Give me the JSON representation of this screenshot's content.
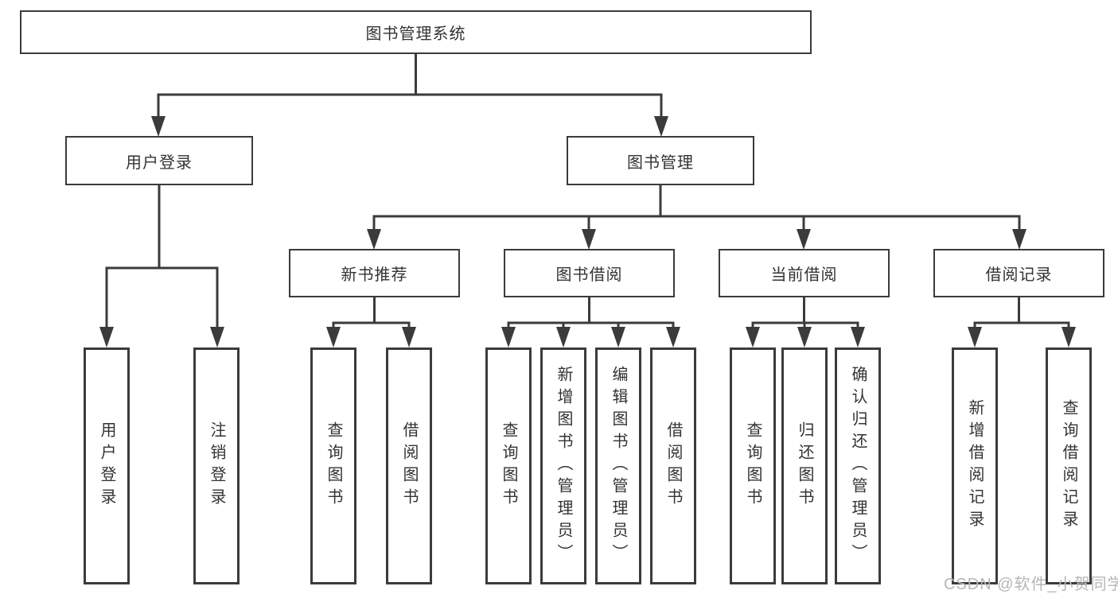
{
  "diagram": {
    "root_label": "图书管理系统",
    "level2": [
      {
        "label": "用户登录"
      },
      {
        "label": "图书管理"
      }
    ],
    "level3": [
      {
        "label": "新书推荐"
      },
      {
        "label": "图书借阅"
      },
      {
        "label": "当前借阅"
      },
      {
        "label": "借阅记录"
      }
    ],
    "leaf_groups": [
      {
        "parent": "用户登录",
        "leaves": [
          {
            "label": "用户登录"
          },
          {
            "label": "注销登录"
          }
        ]
      },
      {
        "parent": "新书推荐",
        "leaves": [
          {
            "label": "查询图书"
          },
          {
            "label": "借阅图书"
          }
        ]
      },
      {
        "parent": "图书借阅",
        "leaves": [
          {
            "label": "查询图书"
          },
          {
            "label": "新增图书（管理员）"
          },
          {
            "label": "编辑图书（管理员）"
          },
          {
            "label": "借阅图书"
          }
        ]
      },
      {
        "parent": "当前借阅",
        "leaves": [
          {
            "label": "查询图书"
          },
          {
            "label": "归还图书"
          },
          {
            "label": "确认归还（管理员）"
          }
        ]
      },
      {
        "parent": "借阅记录",
        "leaves": [
          {
            "label": "新增借阅记录"
          },
          {
            "label": "查询借阅记录"
          }
        ]
      }
    ]
  },
  "watermark": {
    "text": "CSDN @软件_小贺同学"
  },
  "colors": {
    "line": "#3b3b3b",
    "box_border": "#3b3b3b",
    "text": "#333333",
    "watermark_text": "#b7b7b7",
    "background": "#ffffff"
  }
}
